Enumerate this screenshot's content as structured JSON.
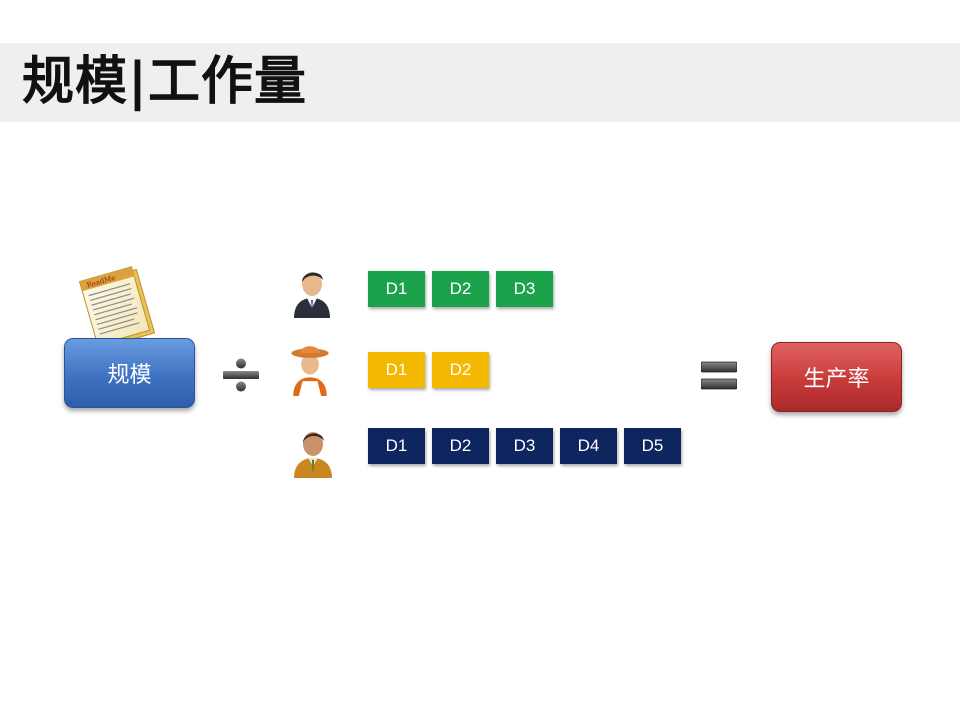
{
  "title": "规模|工作量",
  "nodes": {
    "scale_label": "规模",
    "productivity_label": "生产率"
  },
  "operators": {
    "divide_icon": "divide-icon",
    "equals_icon": "equals-icon"
  },
  "document_icon": {
    "name": "readme-document-icon",
    "label": "ReadMe"
  },
  "rows": [
    {
      "person_icon": "businessman-icon",
      "color": "#1aa34a",
      "text_color": "#ffffff",
      "items": [
        "D1",
        "D2",
        "D3"
      ]
    },
    {
      "person_icon": "cowboy-worker-icon",
      "color": "#f5b800",
      "text_color": "#ffffff",
      "items": [
        "D1",
        "D2"
      ]
    },
    {
      "person_icon": "worker-icon",
      "color": "#0f2560",
      "text_color": "#ffffff",
      "items": [
        "D1",
        "D2",
        "D3",
        "D4",
        "D5"
      ]
    }
  ]
}
